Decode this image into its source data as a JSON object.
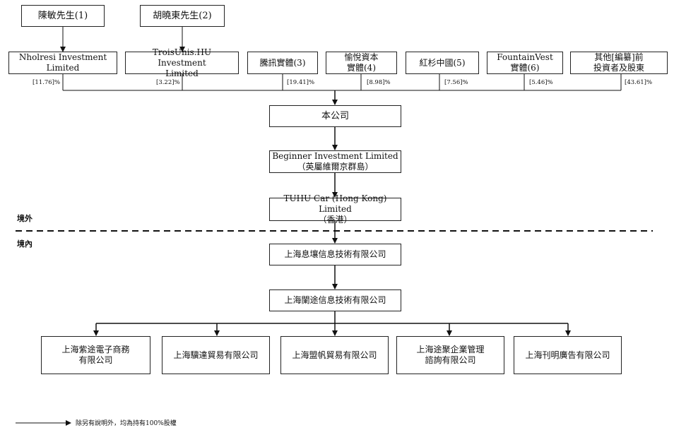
{
  "founders": [
    {
      "label": "陳敏先生(1)"
    },
    {
      "label": "胡曉東先生(2)"
    }
  ],
  "shareholders": [
    {
      "line1": "Nholresi Investment",
      "line2": "Limited",
      "pct": "[11.76]%"
    },
    {
      "line1": "TroisUnis.HU Investment",
      "line2": "Limited",
      "pct": "[3.22]%"
    },
    {
      "line1": "騰訊實體(3)",
      "line2": "",
      "pct": "[19.41]%"
    },
    {
      "line1": "愉悅資本",
      "line2": "實體(4)",
      "pct": "[8.98]%"
    },
    {
      "line1": "紅杉中國(5)",
      "line2": "",
      "pct": "[7.56]%"
    },
    {
      "line1": "FountainVest",
      "line2": "實體(6)",
      "pct": "[5.46]%"
    },
    {
      "line1": "其他[編纂]前",
      "line2": "投資者及股東",
      "pct": "[43.61]%"
    }
  ],
  "company": {
    "label": "本公司"
  },
  "beginner": {
    "line1": "Beginner Investment Limited",
    "line2": "（英屬維爾京群島）"
  },
  "tuhu_hk": {
    "line1": "TUHU Car (Hong Kong) Limited",
    "line2": "（香港）"
  },
  "regions": {
    "offshore": "境外",
    "onshore": "境內"
  },
  "xirang": {
    "label": "上海息壤信息技術有限公司"
  },
  "lantu": {
    "label": "上海闌途信息技術有限公司"
  },
  "subsidiaries": [
    {
      "line1": "上海紫途電子商務",
      "line2": "有限公司"
    },
    {
      "line1": "上海驥達貿易有限公司",
      "line2": ""
    },
    {
      "line1": "上海盟帆貿易有限公司",
      "line2": ""
    },
    {
      "line1": "上海途聚企業管理",
      "line2": "諮詢有限公司"
    },
    {
      "line1": "上海刊明廣告有限公司",
      "line2": ""
    }
  ],
  "legend": {
    "text": "除另有說明外，均為持有100%股權"
  }
}
